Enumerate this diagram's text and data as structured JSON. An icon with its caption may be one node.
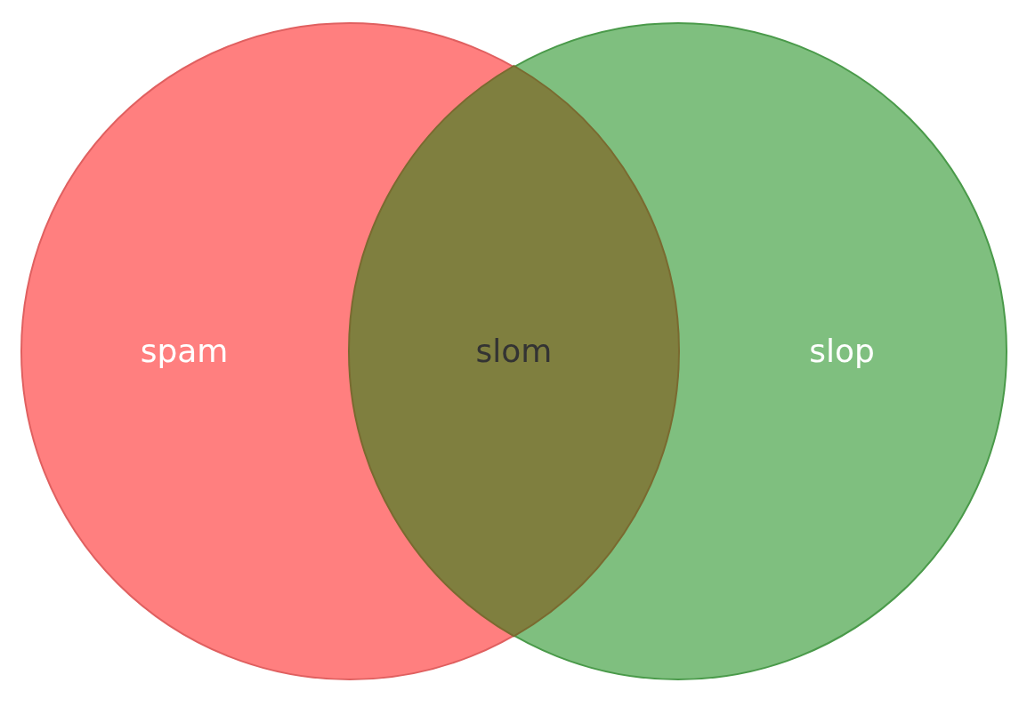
{
  "diagram": {
    "nodes": [
      {
        "text": [
          "spam"
        ]
      },
      {
        "text": [
          "slop"
        ]
      },
      {
        "text": [
          "slom"
        ]
      }
    ]
  }
}
